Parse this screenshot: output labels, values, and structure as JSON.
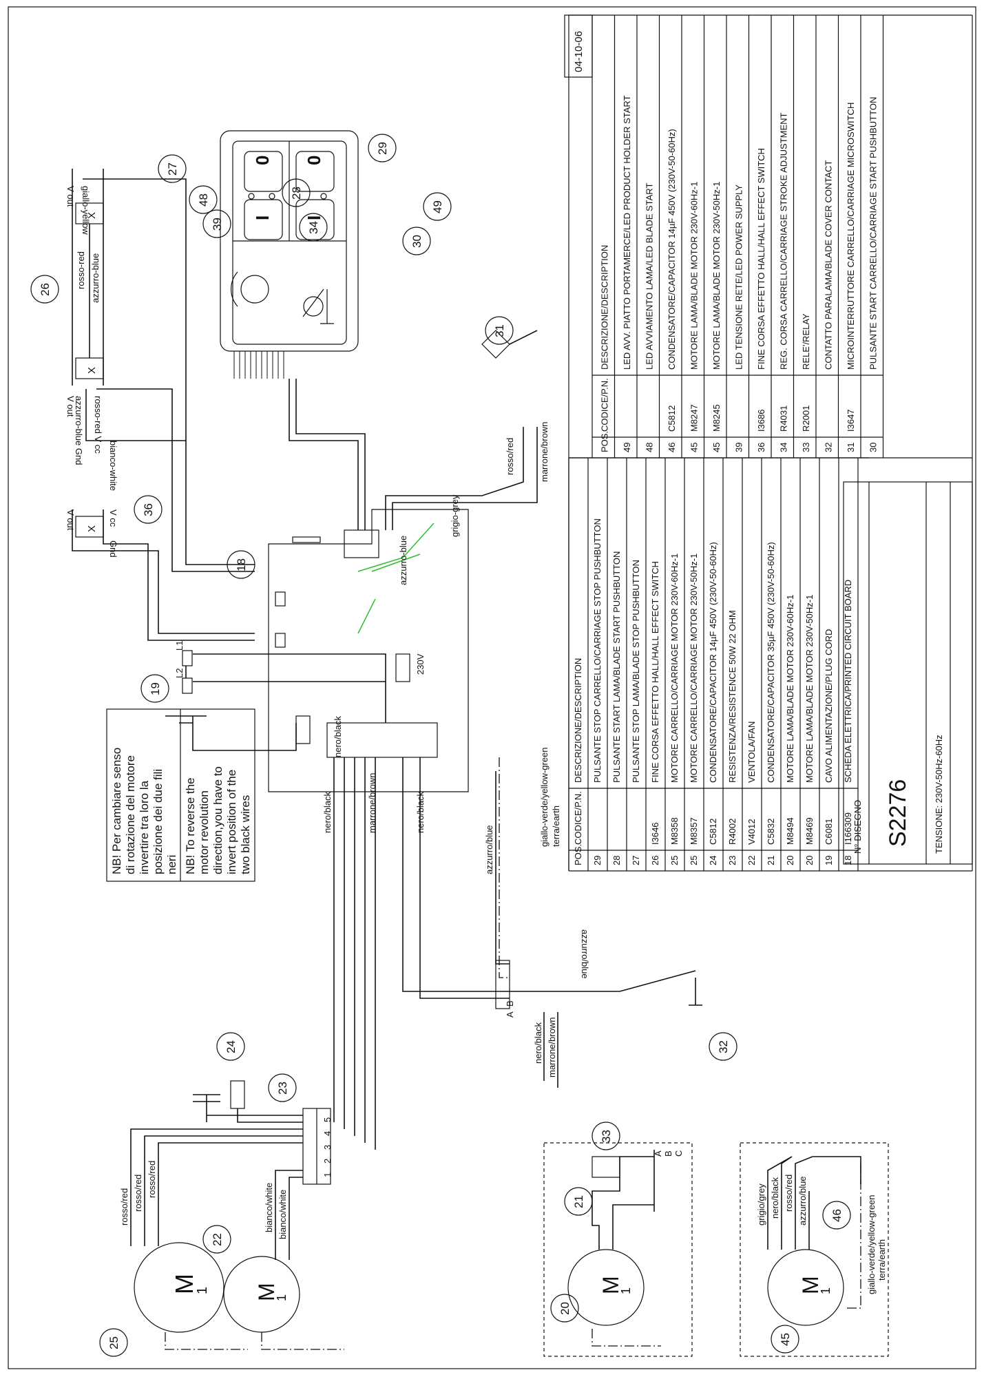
{
  "sheet": {
    "date": "04-10-06",
    "drawing_no_label": "N° DISEGNO",
    "drawing_no": "S2276",
    "voltage": "TENSIONE: 230V-50Hz-60Hz"
  },
  "parts_left": {
    "header": {
      "pos": "POS.",
      "code": "CODICE/P.N.",
      "desc": "DESCRIZIONE/DESCRIPTION"
    },
    "rows": [
      {
        "pos": "29",
        "code": "",
        "desc": "PULSANTE STOP CARRELLO/CARRIAGE STOP PUSHBUTTON"
      },
      {
        "pos": "28",
        "code": "",
        "desc": "PULSANTE START LAMA/BLADE START PUSHBUTTON"
      },
      {
        "pos": "27",
        "code": "",
        "desc": "PULSANTE STOP LAMA/BLADE STOP PUSHBUTTON"
      },
      {
        "pos": "26",
        "code": "I3646",
        "desc": "FINE CORSA EFFETTO HALL/HALL EFFECT SWITCH"
      },
      {
        "pos": "25",
        "code": "M8358",
        "desc": "MOTORE CARRELLO/CARRIAGE MOTOR 230V-60Hz-1"
      },
      {
        "pos": "25",
        "code": "M8357",
        "desc": "MOTORE CARRELLO/CARRIAGE MOTOR 230V-50Hz-1"
      },
      {
        "pos": "24",
        "code": "C5812",
        "desc": "CONDENSATORE/CAPACITOR 14µF 450V (230V-50-60Hz)"
      },
      {
        "pos": "23",
        "code": "R4002",
        "desc": "RESISTENZA/RESISTENCE 50W 22 OHM"
      },
      {
        "pos": "22",
        "code": "V4012",
        "desc": "VENTOLA/FAN"
      },
      {
        "pos": "21",
        "code": "C5832",
        "desc": "CONDENSATORE/CAPACITOR 35µF 450V (230V-50-60Hz)"
      },
      {
        "pos": "20",
        "code": "M8494",
        "desc": "MOTORE LAMA/BLADE MOTOR 230V-60Hz-1"
      },
      {
        "pos": "20",
        "code": "M8469",
        "desc": "MOTORE LAMA/BLADE MOTOR 230V-50Hz-1"
      },
      {
        "pos": "19",
        "code": "C6081",
        "desc": "CAVO ALIMENTAZIONE/PLUG CORD"
      },
      {
        "pos": "18",
        "code": "I166309",
        "desc": "SCHEDA ELETTRICA/PRINTED CIRCUIT BOARD"
      }
    ]
  },
  "parts_right": {
    "header": {
      "pos": "POS.",
      "code": "CODICE/P.N.",
      "desc": "DESCRIZIONE/DESCRIPTION"
    },
    "rows": [
      {
        "pos": "49",
        "code": "",
        "desc": "LED AVV. PIATTO PORTAMERCE/LED PRODUCT HOLDER START"
      },
      {
        "pos": "48",
        "code": "",
        "desc": "LED AVVIAMENTO LAMA/LED BLADE START"
      },
      {
        "pos": "46",
        "code": "C5812",
        "desc": "CONDENSATORE/CAPACITOR 14µF 450V (230V-50-60Hz)"
      },
      {
        "pos": "45",
        "code": "M8247",
        "desc": "MOTORE LAMA/BLADE MOTOR 230V-60Hz-1"
      },
      {
        "pos": "45",
        "code": "M8245",
        "desc": "MOTORE LAMA/BLADE MOTOR 230V-50Hz-1"
      },
      {
        "pos": "39",
        "code": "",
        "desc": "LED TENSIONE RETE/LED POWER SUPPLY"
      },
      {
        "pos": "36",
        "code": "I3686",
        "desc": "FINE CORSA EFFETTO HALL/HALL EFFECT SWITCH"
      },
      {
        "pos": "34",
        "code": "R4031",
        "desc": "REG. CORSA CARRELLO/CARRIAGE STROKE ADJUSTMENT"
      },
      {
        "pos": "33",
        "code": "R2001",
        "desc": "RELE'/RELAY"
      },
      {
        "pos": "32",
        "code": "",
        "desc": "CONTATTO PARALAMA/BLADE COVER CONTACT"
      },
      {
        "pos": "31",
        "code": "I3647",
        "desc": "MICROINTERRUTTORE CARRELLO/CARRIAGE MICROSWITCH"
      },
      {
        "pos": "30",
        "code": "",
        "desc": "PULSANTE START CARRELLO/CARRIAGE START PUSHBUTTON"
      }
    ]
  },
  "note": {
    "it": [
      "NB! Per cambiare senso",
      "di rotazione del motore",
      "invertire tra loro la",
      "posizione dei due fili",
      "neri"
    ],
    "en": [
      "NB! To reverse the",
      "motor revolution",
      "direction,you have to",
      "invert position of the",
      "two black wires"
    ]
  },
  "callouts": [
    "18",
    "19",
    "20",
    "21",
    "22",
    "23",
    "24",
    "25",
    "26",
    "27",
    "28",
    "29",
    "30",
    "31",
    "32",
    "33",
    "34",
    "36",
    "39",
    "45",
    "46",
    "48",
    "49"
  ],
  "panel": {
    "stop": "0",
    "start": "I"
  },
  "motor": {
    "m": "M",
    "phase": "1"
  },
  "wires": {
    "rosso_red": "rosso/red",
    "bianco_white": "bianco/white",
    "nero_black": "nero/black",
    "marrone_brown": "marrone/brown",
    "azzurro_blue": "azzurro/blue",
    "giallo_verde": "giallo-verde/yellow-green",
    "terra": "terra/earth",
    "grigio_grey": "grigio/grey",
    "grigio_grey2": "grigio-grey",
    "azzurro_blue2": "azzurro-blue",
    "rosso_red2": "rosso-red",
    "giallo_yellow": "giallo-yellow",
    "bianco_white2": "bianco-white",
    "rosso_vcc": "rosso-red V cc",
    "azzurro_gnd": "azzurro-blue Gnd"
  },
  "terms": {
    "n1": "1",
    "n2": "2",
    "n3": "3",
    "n4": "4",
    "n5": "5",
    "a": "A",
    "b": "B",
    "c": "C",
    "l1": "L1",
    "l2": "L2",
    "vout": "V out",
    "vcc": "V cc",
    "gnd": "Gnd",
    "x": "X",
    "v230": "230V"
  }
}
